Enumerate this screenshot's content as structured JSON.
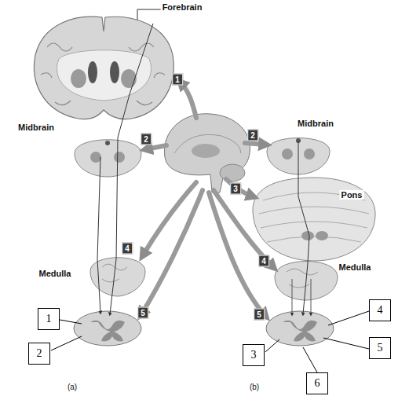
{
  "diagram": {
    "nodes": [
      {
        "text": [
          "1"
        ]
      },
      {
        "text": [
          "2"
        ]
      },
      {
        "text": [
          "3"
        ]
      },
      {
        "text": [
          "4"
        ]
      },
      {
        "text": [
          "5"
        ]
      },
      {
        "text": [
          "6"
        ]
      }
    ],
    "labels": [
      "Forebrain",
      "1",
      "Midbrain",
      "Midbrain",
      "2",
      "2",
      "3",
      "Pons",
      "Medulla",
      "4",
      "4",
      "Medulla",
      "5",
      "5",
      "(a)",
      "(b)"
    ]
  }
}
